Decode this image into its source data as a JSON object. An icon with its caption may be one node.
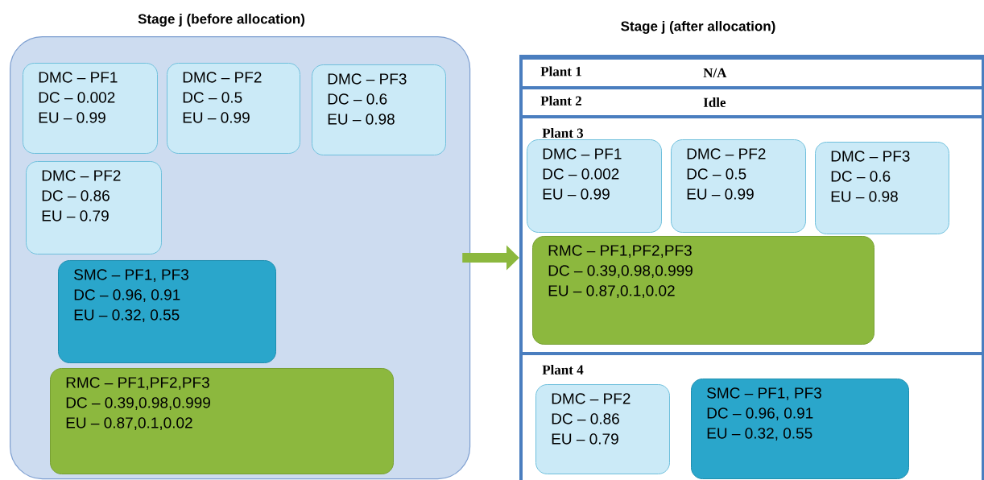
{
  "diagram": {
    "nodes": [
      {
        "text": [
          "Stage j (before allocation)"
        ]
      },
      {
        "text": [
          "DMC – PF1",
          "DC – 0.002",
          "EU – 0.99"
        ],
        "in": 0
      },
      {
        "text": [
          "DMC – PF2",
          "DC – 0.5",
          "EU – 0.99"
        ],
        "in": 0
      },
      {
        "text": [
          "DMC – PF3",
          "DC – 0.6",
          "EU – 0.98"
        ],
        "in": 0
      },
      {
        "text": [
          "DMC – PF2",
          "DC – 0.86",
          "EU – 0.79"
        ],
        "in": 0
      },
      {
        "text": [
          "SMC – PF1, PF3",
          "DC – 0.96, 0.91",
          "EU – 0.32, 0.55"
        ],
        "in": 0
      },
      {
        "text": [
          "RMC – PF1,PF2,PF3",
          "DC – 0.39,0.98,0.999",
          "EU – 0.87,0.1,0.02"
        ],
        "in": 0
      },
      {
        "text": [
          "Stage j (after allocation)"
        ]
      },
      {
        "text": [
          "Plant 1",
          "N/A"
        ],
        "in": 7
      },
      {
        "text": [
          "Plant 2",
          "Idle"
        ],
        "in": 7
      },
      {
        "text": [
          "Plant 3"
        ],
        "in": 7
      },
      {
        "text": [
          "DMC – PF1",
          "DC – 0.002",
          "EU – 0.99"
        ],
        "in": 10
      },
      {
        "text": [
          "DMC – PF2",
          "DC – 0.5",
          "EU – 0.99"
        ],
        "in": 10
      },
      {
        "text": [
          "DMC – PF3",
          "DC – 0.6",
          "EU – 0.98"
        ],
        "in": 10
      },
      {
        "text": [
          "RMC – PF1,PF2,PF3",
          "DC – 0.39,0.98,0.999",
          "EU – 0.87,0.1,0.02"
        ],
        "in": 10
      },
      {
        "text": [
          "Plant 4"
        ],
        "in": 7
      },
      {
        "text": [
          "DMC – PF2",
          "DC – 0.86",
          "EU – 0.79"
        ],
        "in": 15
      },
      {
        "text": [
          "SMC – PF1, PF3",
          "DC – 0.96, 0.91",
          "EU – 0.32, 0.55"
        ],
        "in": 15
      }
    ],
    "edges": [
      {
        "from": 0,
        "to": 7,
        "arrow": "to"
      }
    ]
  }
}
